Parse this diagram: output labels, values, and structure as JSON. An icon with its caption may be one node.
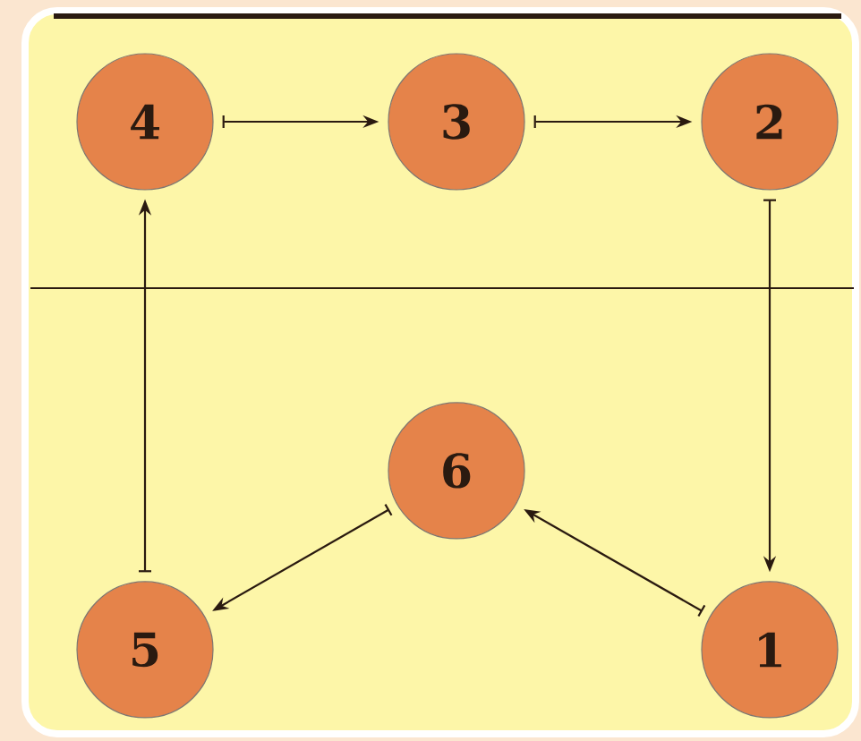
{
  "diagram": {
    "nodes": [
      {
        "text": [
          "4"
        ]
      },
      {
        "text": [
          "3"
        ]
      },
      {
        "text": [
          "2"
        ]
      },
      {
        "text": [
          "6"
        ]
      },
      {
        "text": [
          "5"
        ]
      },
      {
        "text": [
          "1"
        ]
      }
    ],
    "edges": [
      {
        "from": 0,
        "to": 1,
        "arrow": "to"
      },
      {
        "from": 1,
        "to": 2,
        "arrow": "to"
      },
      {
        "from": 2,
        "to": 5,
        "arrow": "to"
      },
      {
        "from": 5,
        "to": 3,
        "arrow": "to"
      },
      {
        "from": 3,
        "to": 4,
        "arrow": "to"
      },
      {
        "from": 4,
        "to": 0,
        "arrow": "to"
      }
    ]
  }
}
